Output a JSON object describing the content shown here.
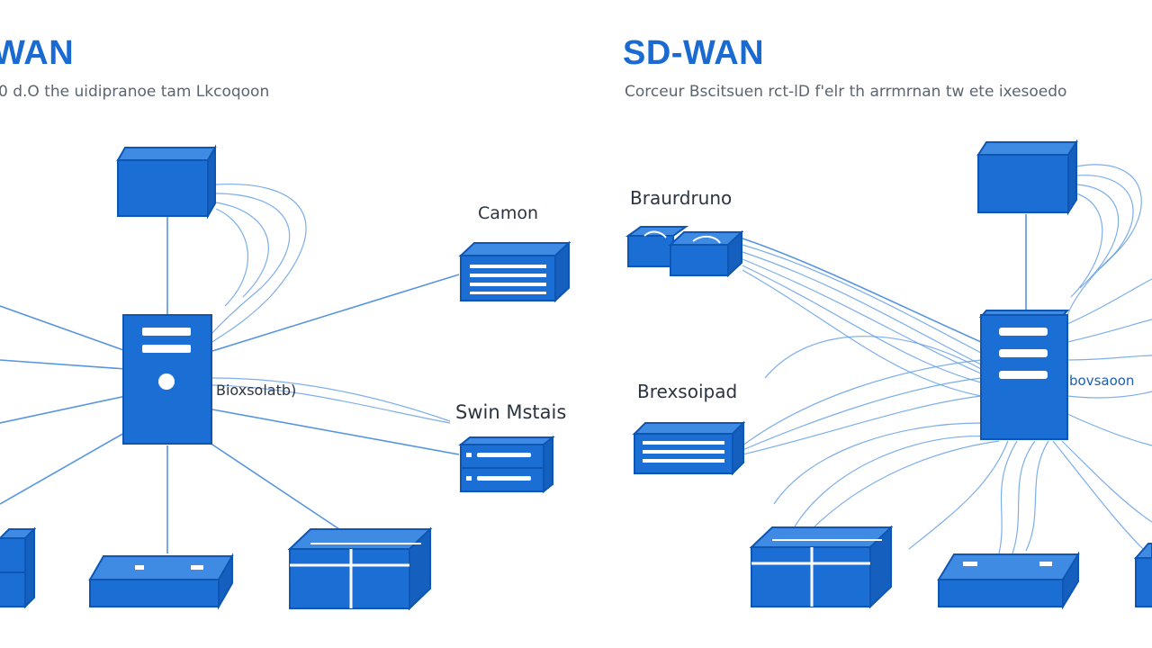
{
  "left_panel": {
    "title": "WAN",
    "subtitle": "0 d.O the uidipranoe tam Lkcoqoon",
    "labels": {
      "top_right": "Camon",
      "center": "Bioxsolatb)",
      "mid_right": "Swin Mstais"
    }
  },
  "right_panel": {
    "title": "SD-WAN",
    "subtitle": "Corceur Bscitsuen rct-lD f'elr th arrmrnan tw ete ixesoedo",
    "labels": {
      "top": "Braurdruno",
      "middle": "Brexsoipad",
      "edge": "bovsaoon"
    }
  },
  "colors": {
    "accent": "#1a6bd1",
    "device_fill": "#1b6fd4",
    "device_top": "#3f8ae2",
    "device_stroke": "#0d56b3",
    "line": "#3a82db",
    "text": "#2b3440",
    "subtitle_text": "#5c6470"
  },
  "icons": [
    "router-icon",
    "server-icon",
    "switch-icon",
    "cloud-router-icon"
  ]
}
